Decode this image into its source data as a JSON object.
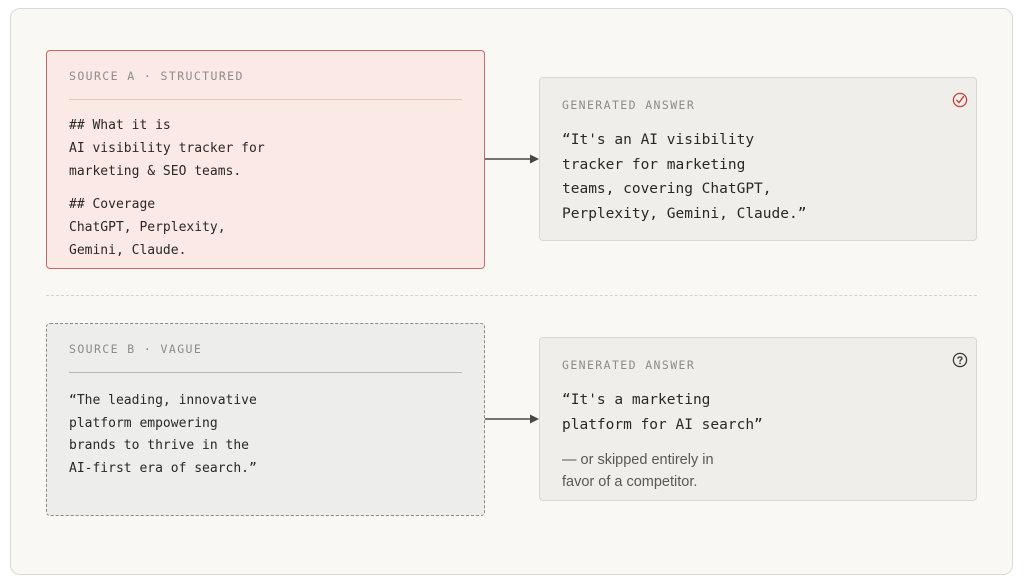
{
  "source_a": {
    "kicker": "SOURCE A · STRUCTURED",
    "heading1": "## What it is",
    "body1": [
      "AI visibility tracker for",
      "marketing & SEO teams."
    ],
    "heading2": "## Coverage",
    "body2": [
      "ChatGPT, Perplexity,",
      "Gemini, Claude."
    ]
  },
  "answer_a": {
    "kicker": "GENERATED ANSWER",
    "lines": [
      "“It's an AI visibility",
      "tracker for marketing",
      "teams, covering ChatGPT,",
      "Perplexity, Gemini, Claude.”"
    ],
    "icon": "check-circle-icon"
  },
  "source_b": {
    "kicker": "SOURCE B · VAGUE",
    "lines": [
      "“The leading, innovative",
      "platform empowering",
      "brands to thrive in the",
      "AI-first era of search.”"
    ]
  },
  "answer_b": {
    "kicker": "GENERATED ANSWER",
    "lines": [
      "“It's a marketing",
      "platform for AI search”"
    ],
    "sub": [
      "— or skipped entirely in",
      "favor of a competitor."
    ],
    "icon": "question-circle-icon"
  },
  "colors": {
    "accent": "#c0413b",
    "structured_bg": "#fbe9e6",
    "vague_bg": "#ededeb"
  }
}
